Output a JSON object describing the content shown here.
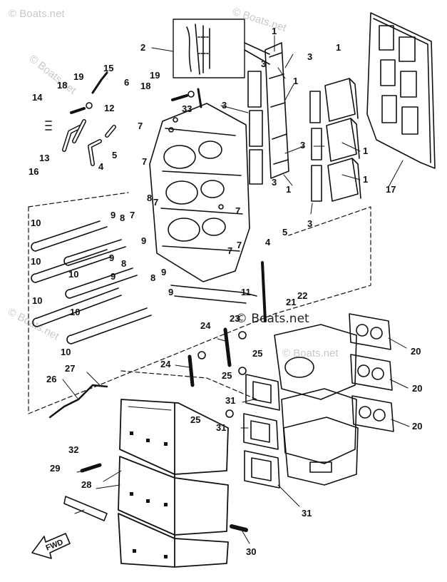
{
  "diagram": {
    "watermarks": [
      "© Boats.net",
      "© Boats.net",
      "© Boats.net",
      "© Boats.net",
      "© Boats.net"
    ],
    "part_labels": {
      "l2": "2",
      "l1a": "1",
      "l1b": "1",
      "l1c": "1",
      "l1d": "1",
      "l1e": "1",
      "l1f": "1",
      "l3a": "3",
      "l3b": "3",
      "l3c": "3",
      "l3d": "3",
      "l3e": "3",
      "l3f": "3",
      "l15": "15",
      "l19a": "19",
      "l18a": "18",
      "l6": "6",
      "l19b": "19",
      "l18b": "18",
      "l14": "14",
      "l12": "12",
      "l33": "33",
      "l13": "13",
      "l7a": "7",
      "l7b": "7",
      "l7c": "7",
      "l7d": "7",
      "l7e": "7",
      "l7f": "7",
      "l7g": "7",
      "l5a": "5",
      "l5b": "5",
      "l4a": "4",
      "l4b": "4",
      "l16": "16",
      "l17": "17",
      "l8a": "8",
      "l8b": "8",
      "l8c": "8",
      "l8d": "8",
      "l9a": "9",
      "l9b": "9",
      "l9c": "9",
      "l9d": "9",
      "l9e": "9",
      "l9f": "9",
      "l10a": "10",
      "l10b": "10",
      "l10c": "10",
      "l10d": "10",
      "l10e": "10",
      "l10f": "10",
      "l11": "11",
      "l21": "21",
      "l22": "22",
      "l23": "23",
      "l24a": "24",
      "l24b": "24",
      "l25a": "25",
      "l25b": "25",
      "l25c": "25",
      "l20a": "20",
      "l20b": "20",
      "l20c": "20",
      "l27": "27",
      "l26": "26",
      "l31a": "31",
      "l31b": "31",
      "l31c": "31",
      "l32": "32",
      "l29": "29",
      "l28": "28",
      "l30": "30"
    },
    "fwd_label": "FWD"
  }
}
